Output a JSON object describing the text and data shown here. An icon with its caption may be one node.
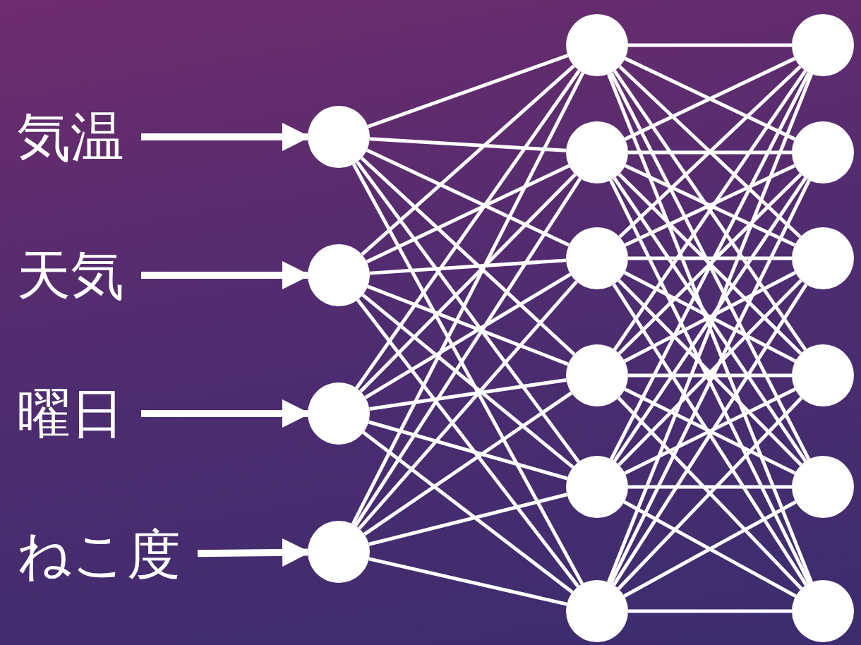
{
  "diagram": {
    "nodes": [
      {
        "text": [
          "気温"
        ]
      },
      {
        "text": [
          "天気"
        ]
      },
      {
        "text": [
          "曜日"
        ]
      },
      {
        "text": [
          "ねこ度"
        ]
      },
      {
        "text": [],
        "shape": "circle"
      },
      {
        "text": [],
        "shape": "circle"
      },
      {
        "text": [],
        "shape": "circle"
      },
      {
        "text": [],
        "shape": "circle"
      },
      {
        "text": [],
        "shape": "circle"
      },
      {
        "text": [],
        "shape": "circle"
      },
      {
        "text": [],
        "shape": "circle"
      },
      {
        "text": [],
        "shape": "circle"
      },
      {
        "text": [],
        "shape": "circle"
      },
      {
        "text": [],
        "shape": "circle"
      },
      {
        "text": [],
        "shape": "circle"
      },
      {
        "text": [],
        "shape": "circle"
      },
      {
        "text": [],
        "shape": "circle"
      },
      {
        "text": [],
        "shape": "circle"
      },
      {
        "text": [],
        "shape": "circle"
      },
      {
        "text": [],
        "shape": "circle"
      }
    ],
    "edges": [
      {
        "from": 0,
        "to": 4,
        "arrow": "to",
        "style": "thick"
      },
      {
        "from": 1,
        "to": 5,
        "arrow": "to",
        "style": "thick"
      },
      {
        "from": 2,
        "to": 6,
        "arrow": "to",
        "style": "thick"
      },
      {
        "from": 3,
        "to": 7,
        "arrow": "to",
        "style": "thick"
      },
      {
        "from": 4,
        "to": 8,
        "arrow": "none"
      },
      {
        "from": 4,
        "to": 9,
        "arrow": "none"
      },
      {
        "from": 4,
        "to": 10,
        "arrow": "none"
      },
      {
        "from": 4,
        "to": 11,
        "arrow": "none"
      },
      {
        "from": 4,
        "to": 12,
        "arrow": "none"
      },
      {
        "from": 4,
        "to": 13,
        "arrow": "none"
      },
      {
        "from": 5,
        "to": 8,
        "arrow": "none"
      },
      {
        "from": 5,
        "to": 9,
        "arrow": "none"
      },
      {
        "from": 5,
        "to": 10,
        "arrow": "none"
      },
      {
        "from": 5,
        "to": 11,
        "arrow": "none"
      },
      {
        "from": 5,
        "to": 12,
        "arrow": "none"
      },
      {
        "from": 5,
        "to": 13,
        "arrow": "none"
      },
      {
        "from": 6,
        "to": 8,
        "arrow": "none"
      },
      {
        "from": 6,
        "to": 9,
        "arrow": "none"
      },
      {
        "from": 6,
        "to": 10,
        "arrow": "none"
      },
      {
        "from": 6,
        "to": 11,
        "arrow": "none"
      },
      {
        "from": 6,
        "to": 12,
        "arrow": "none"
      },
      {
        "from": 6,
        "to": 13,
        "arrow": "none"
      },
      {
        "from": 7,
        "to": 8,
        "arrow": "none"
      },
      {
        "from": 7,
        "to": 9,
        "arrow": "none"
      },
      {
        "from": 7,
        "to": 10,
        "arrow": "none"
      },
      {
        "from": 7,
        "to": 11,
        "arrow": "none"
      },
      {
        "from": 7,
        "to": 12,
        "arrow": "none"
      },
      {
        "from": 7,
        "to": 13,
        "arrow": "none"
      },
      {
        "from": 8,
        "to": 14,
        "arrow": "none"
      },
      {
        "from": 8,
        "to": 15,
        "arrow": "none"
      },
      {
        "from": 8,
        "to": 16,
        "arrow": "none"
      },
      {
        "from": 8,
        "to": 17,
        "arrow": "none"
      },
      {
        "from": 8,
        "to": 18,
        "arrow": "none"
      },
      {
        "from": 8,
        "to": 19,
        "arrow": "none"
      },
      {
        "from": 9,
        "to": 14,
        "arrow": "none"
      },
      {
        "from": 9,
        "to": 15,
        "arrow": "none"
      },
      {
        "from": 9,
        "to": 16,
        "arrow": "none"
      },
      {
        "from": 9,
        "to": 17,
        "arrow": "none"
      },
      {
        "from": 9,
        "to": 18,
        "arrow": "none"
      },
      {
        "from": 9,
        "to": 19,
        "arrow": "none"
      },
      {
        "from": 10,
        "to": 14,
        "arrow": "none"
      },
      {
        "from": 10,
        "to": 15,
        "arrow": "none"
      },
      {
        "from": 10,
        "to": 16,
        "arrow": "none"
      },
      {
        "from": 10,
        "to": 17,
        "arrow": "none"
      },
      {
        "from": 10,
        "to": 18,
        "arrow": "none"
      },
      {
        "from": 10,
        "to": 19,
        "arrow": "none"
      },
      {
        "from": 11,
        "to": 14,
        "arrow": "none"
      },
      {
        "from": 11,
        "to": 15,
        "arrow": "none"
      },
      {
        "from": 11,
        "to": 16,
        "arrow": "none"
      },
      {
        "from": 11,
        "to": 17,
        "arrow": "none"
      },
      {
        "from": 11,
        "to": 18,
        "arrow": "none"
      },
      {
        "from": 11,
        "to": 19,
        "arrow": "none"
      },
      {
        "from": 12,
        "to": 14,
        "arrow": "none"
      },
      {
        "from": 12,
        "to": 15,
        "arrow": "none"
      },
      {
        "from": 12,
        "to": 16,
        "arrow": "none"
      },
      {
        "from": 12,
        "to": 17,
        "arrow": "none"
      },
      {
        "from": 12,
        "to": 18,
        "arrow": "none"
      },
      {
        "from": 12,
        "to": 19,
        "arrow": "none"
      },
      {
        "from": 13,
        "to": 14,
        "arrow": "none"
      },
      {
        "from": 13,
        "to": 15,
        "arrow": "none"
      },
      {
        "from": 13,
        "to": 16,
        "arrow": "none"
      },
      {
        "from": 13,
        "to": 17,
        "arrow": "none"
      },
      {
        "from": 13,
        "to": 18,
        "arrow": "none"
      },
      {
        "from": 13,
        "to": 19,
        "arrow": "none"
      }
    ]
  }
}
